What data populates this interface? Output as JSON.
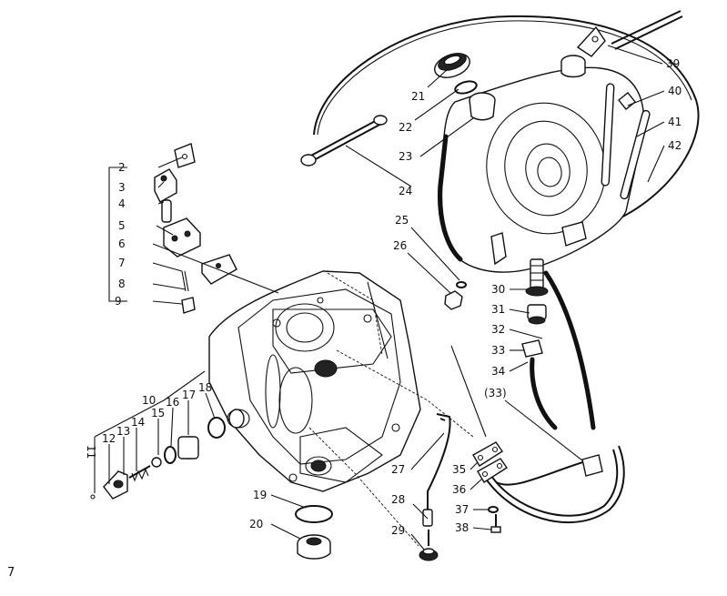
{
  "page_number": "7",
  "callouts": [
    "2",
    "3",
    "4",
    "5",
    "6",
    "7",
    "8",
    "9",
    "10",
    "11",
    "12",
    "13",
    "14",
    "15",
    "16",
    "17",
    "18",
    "19",
    "20",
    "21",
    "22",
    "23",
    "24",
    "25",
    "26",
    "27",
    "28",
    "29",
    "30",
    "31",
    "32",
    "33",
    "34",
    "(33)",
    "35",
    "36",
    "37",
    "38",
    "39",
    "40",
    "41",
    "42"
  ]
}
